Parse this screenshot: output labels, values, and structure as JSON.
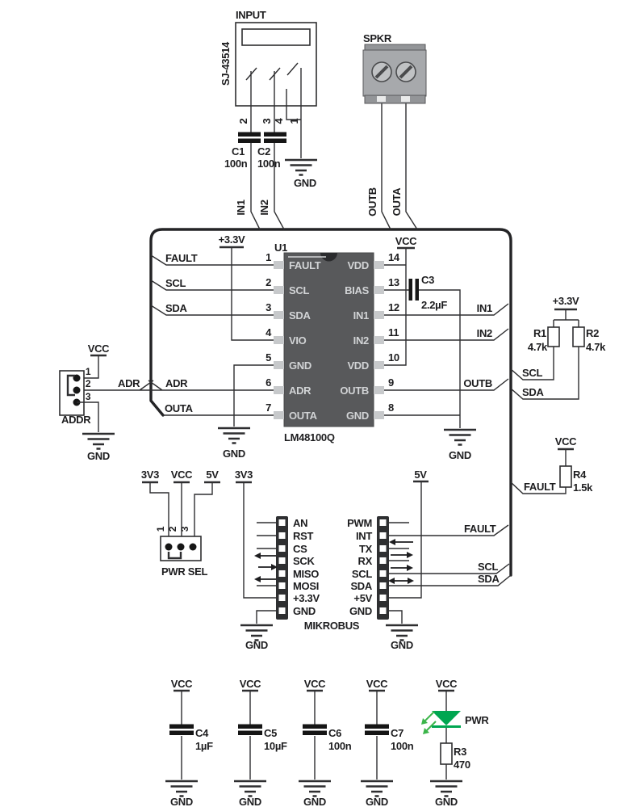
{
  "nets": {
    "in1": "IN1",
    "in2": "IN2",
    "outa": "OUTA",
    "outb": "OUTB",
    "scl": "SCL",
    "sda": "SDA",
    "fault": "FAULT",
    "adr": "ADR"
  },
  "rails": {
    "vcc": "VCC",
    "gnd": "GND",
    "v33": "+3.3V",
    "r3v3": "3V3",
    "r5v": "5V"
  },
  "input_jack": {
    "label": "INPUT",
    "part": "SJ-43514",
    "pin_numbers": [
      "2",
      "3",
      "4",
      "1"
    ]
  },
  "speaker": {
    "label": "SPKR"
  },
  "ic": {
    "ref": "U1",
    "part": "LM48100Q",
    "left_pins": [
      {
        "n": "1",
        "name": "FAULT"
      },
      {
        "n": "2",
        "name": "SCL"
      },
      {
        "n": "3",
        "name": "SDA"
      },
      {
        "n": "4",
        "name": "VIO"
      },
      {
        "n": "5",
        "name": "GND"
      },
      {
        "n": "6",
        "name": "ADR"
      },
      {
        "n": "7",
        "name": "OUTA"
      }
    ],
    "right_pins": [
      {
        "n": "14",
        "name": "VDD"
      },
      {
        "n": "13",
        "name": "BIAS"
      },
      {
        "n": "12",
        "name": "IN1"
      },
      {
        "n": "11",
        "name": "IN2"
      },
      {
        "n": "10",
        "name": "VDD"
      },
      {
        "n": "9",
        "name": "OUTB"
      },
      {
        "n": "8",
        "name": "GND"
      }
    ]
  },
  "capacitors": {
    "c1": {
      "ref": "C1",
      "value": "100n"
    },
    "c2": {
      "ref": "C2",
      "value": "100n"
    },
    "c3": {
      "ref": "C3",
      "value": "2.2µF"
    },
    "c4": {
      "ref": "C4",
      "value": "1µF"
    },
    "c5": {
      "ref": "C5",
      "value": "10µF"
    },
    "c6": {
      "ref": "C6",
      "value": "100n"
    },
    "c7": {
      "ref": "C7",
      "value": "100n"
    }
  },
  "resistors": {
    "r1": {
      "ref": "R1",
      "value": "4.7k"
    },
    "r2": {
      "ref": "R2",
      "value": "4.7k"
    },
    "r3": {
      "ref": "R3",
      "value": "470"
    },
    "r4": {
      "ref": "R4",
      "value": "1.5k"
    }
  },
  "addr_jumper": {
    "label": "ADDR",
    "pins": [
      "1",
      "2",
      "3"
    ]
  },
  "pwr_sel": {
    "label": "PWR SEL",
    "pins": [
      "1",
      "2",
      "3"
    ]
  },
  "mikrobus": {
    "label": "MIKROBUS",
    "left_pins": [
      "AN",
      "RST",
      "CS",
      "SCK",
      "MISO",
      "MOSI",
      "+3.3V",
      "GND"
    ],
    "right_pins": [
      "PWM",
      "INT",
      "TX",
      "RX",
      "SCL",
      "SDA",
      "+5V",
      "GND"
    ]
  },
  "led": {
    "label": "PWR"
  },
  "colors": {
    "accent_orange": "#F0A202",
    "led_green": "#00A651",
    "arrow_green": "#3BB54A",
    "ic_body": "#58595B",
    "wire": "#2E2E30"
  }
}
